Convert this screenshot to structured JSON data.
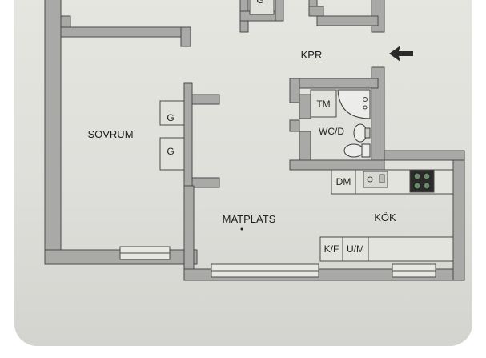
{
  "colors": {
    "wall_fill": "#a9aaa7",
    "wall_stroke": "#4a4a4a",
    "paper": "#e2e2dd",
    "ink": "#1f1f1f",
    "stove": "#2b2b2b"
  },
  "rooms": {
    "sovrum": "SOVRUM",
    "kpr": "KPR",
    "matplats": "MATPLATS",
    "kok": "KÖK",
    "tm": "TM",
    "wcd": "WC/D",
    "dm": "DM",
    "kf": "K/F",
    "um": "U/M"
  },
  "closets": {
    "g_top": "G",
    "g_upper": "G",
    "g_lower": "G"
  },
  "icons": {
    "entrance": "arrow-left-icon",
    "stove": "stove-icon",
    "sink": "sink-icon",
    "toilet": "toilet-icon",
    "shower": "shower-icon",
    "washbasin": "washbasin-icon"
  }
}
